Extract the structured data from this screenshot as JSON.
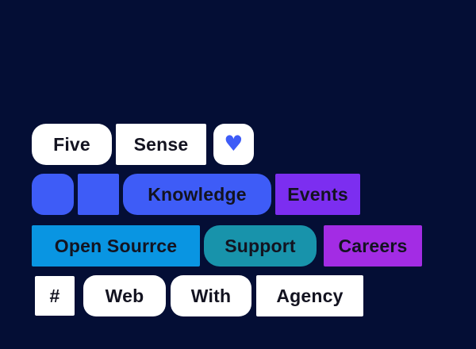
{
  "colors": {
    "bg": "#040e35",
    "white": "#ffffff",
    "royal": "#3e5cf7",
    "events": "#7c2ef0",
    "azure": "#0995e2",
    "teal": "#1893ab",
    "careers": "#a32ce4",
    "text": "#131320"
  },
  "buttons": {
    "five": "Five",
    "sense": "Sense",
    "knowledge": "Knowledge",
    "events": "Events",
    "open_source": "Open Sourrce",
    "support": "Support",
    "careers": "Careers",
    "hash": "#",
    "web": "Web",
    "with_word": "With",
    "agency": "Agency"
  },
  "icons": {
    "heart": "♥"
  }
}
